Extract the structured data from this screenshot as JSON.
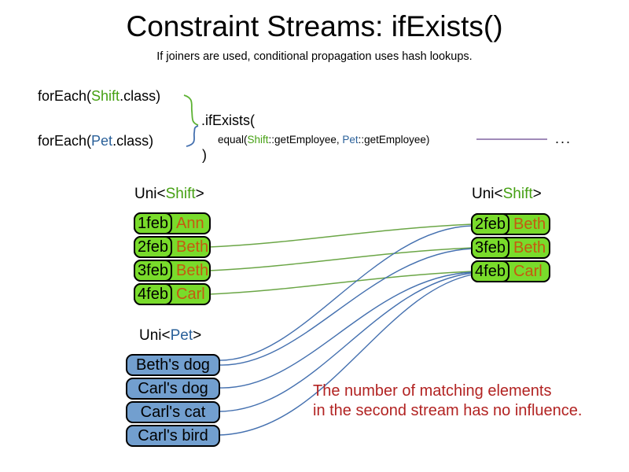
{
  "title": "Constraint Streams: ifExists()",
  "subtitle": "If joiners are used, conditional propagation uses hash lookups.",
  "code": {
    "foreach_shift": {
      "prefix": "forEach(",
      "cls": "Shift",
      "suffix": ".class)"
    },
    "foreach_pet": {
      "prefix": "forEach(",
      "cls": "Pet",
      "suffix": ".class)"
    },
    "if_exists": ".ifExists(",
    "equal": {
      "prefix": "equal(",
      "shift": "Shift",
      "sep1": "::getEmployee, ",
      "pet": "Pet",
      "suffix": "::getEmployee)"
    },
    "close_paren": ")",
    "ellipsis": "..."
  },
  "left_shift_table": {
    "label": {
      "prefix": "Uni<",
      "type": "Shift",
      "suffix": ">"
    },
    "rows": [
      {
        "date": "1feb",
        "name": "Ann"
      },
      {
        "date": "2feb",
        "name": "Beth"
      },
      {
        "date": "3feb",
        "name": "Beth"
      },
      {
        "date": "4feb",
        "name": "Carl"
      }
    ]
  },
  "right_shift_table": {
    "label": {
      "prefix": "Uni<",
      "type": "Shift",
      "suffix": ">"
    },
    "rows": [
      {
        "date": "2feb",
        "name": "Beth"
      },
      {
        "date": "3feb",
        "name": "Beth"
      },
      {
        "date": "4feb",
        "name": "Carl"
      }
    ]
  },
  "pet_list": {
    "label": {
      "prefix": "Uni<",
      "type": "Pet",
      "suffix": ">"
    },
    "items": [
      "Beth's dog",
      "Carl's dog",
      "Carl's cat",
      "Carl's bird"
    ]
  },
  "note": {
    "line1": "The number of matching elements",
    "line2": "in the second stream has no influence."
  },
  "colors": {
    "green-fill": "#79DB2B",
    "blue-fill": "#729FCF",
    "name-text": "#C55A11",
    "code-green": "#45A012",
    "code-blue": "#2A6099",
    "line-green": "#6BA646",
    "brace-green": "#5CB232",
    "line-blue": "#4470AF",
    "joiner-purple": "#8064A2",
    "note-red": "#B22322"
  }
}
